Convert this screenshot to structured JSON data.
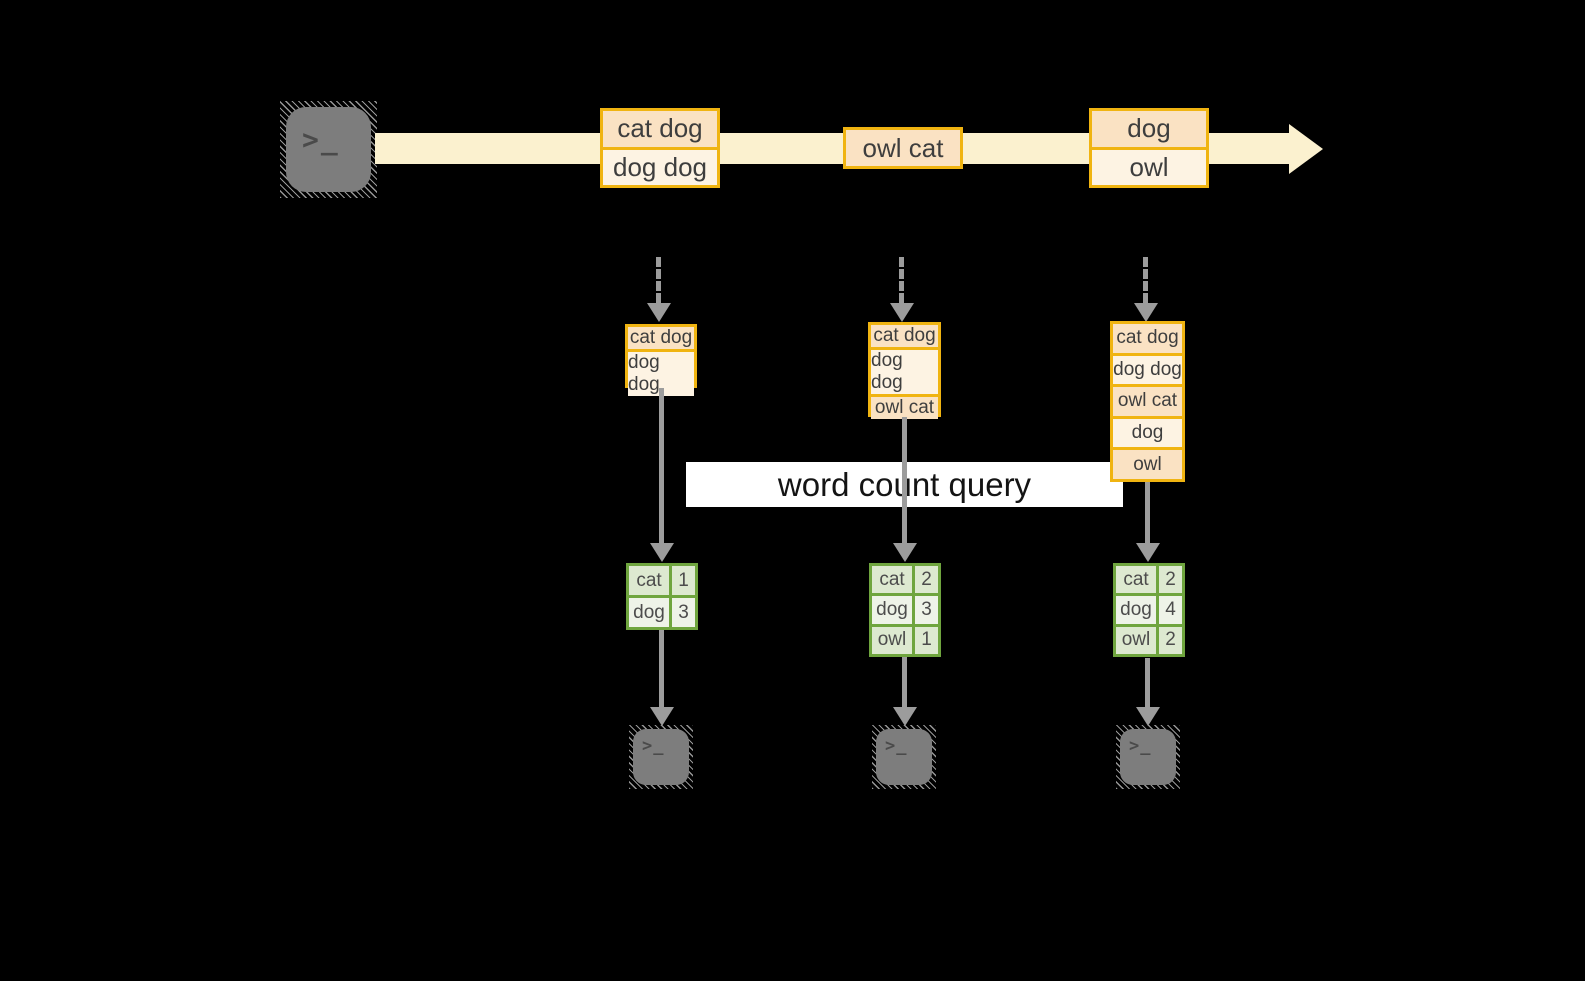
{
  "colors": {
    "background": "#000000",
    "stream_arrow": "#fbf1cf",
    "orange_border": "#f0b411",
    "cell_peach": "#fae2c3",
    "cell_cream": "#fdf3e3",
    "green_border": "#6fa53e",
    "green_cell_dark": "#dde9d0",
    "green_cell_light": "#eef3e8",
    "connector_gray": "#9c9c9c",
    "terminal_gray": "#7d7d7d",
    "query_band": "#ffffff"
  },
  "source": {
    "glyph": ">_"
  },
  "stream": {
    "records": [
      {
        "cells": [
          "cat dog",
          "dog dog"
        ]
      },
      {
        "cells": [
          "owl cat"
        ]
      },
      {
        "cells": [
          "dog",
          "owl"
        ]
      }
    ]
  },
  "query": {
    "label": "word count query"
  },
  "columns": [
    {
      "buffer": [
        "cat dog",
        "dog dog"
      ],
      "counts": [
        {
          "word": "cat",
          "count": "1"
        },
        {
          "word": "dog",
          "count": "3"
        }
      ]
    },
    {
      "buffer": [
        "cat dog",
        "dog dog",
        "owl cat"
      ],
      "counts": [
        {
          "word": "cat",
          "count": "2"
        },
        {
          "word": "dog",
          "count": "3"
        },
        {
          "word": "owl",
          "count": "1"
        }
      ]
    },
    {
      "buffer": [
        "cat dog",
        "dog dog",
        "owl cat",
        "dog",
        "owl"
      ],
      "counts": [
        {
          "word": "cat",
          "count": "2"
        },
        {
          "word": "dog",
          "count": "4"
        },
        {
          "word": "owl",
          "count": "2"
        }
      ]
    }
  ],
  "sinks": {
    "glyph": ">_"
  }
}
